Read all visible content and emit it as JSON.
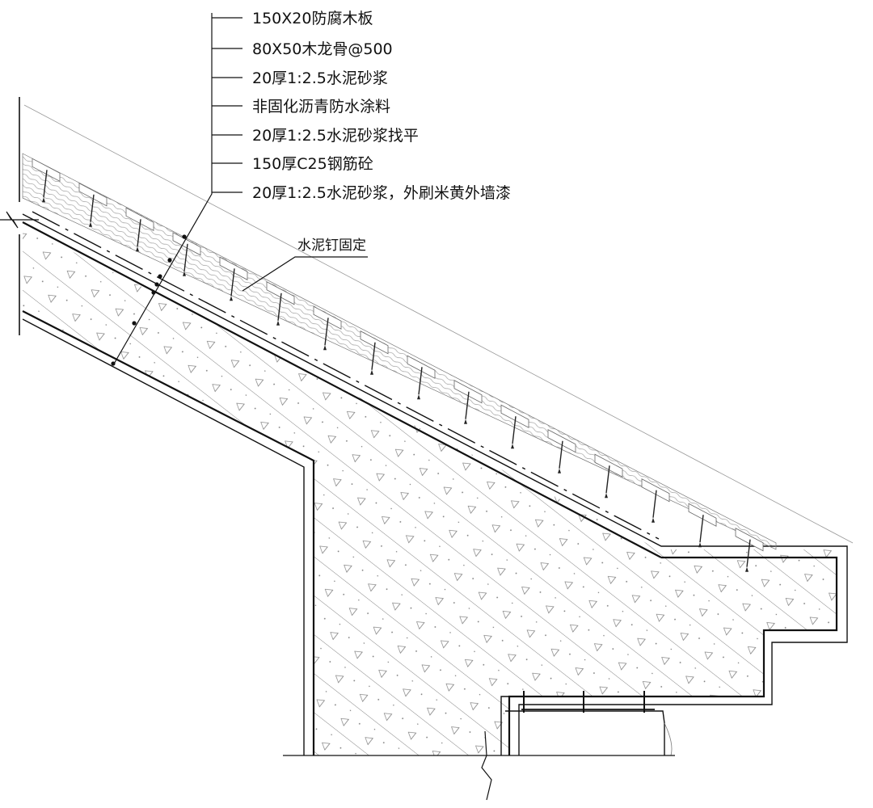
{
  "callout": {
    "layers": [
      "150X20防腐木板",
      "80X50木龙骨@500",
      "20厚1:2.5水泥砂浆",
      "非固化沥青防水涂料",
      "20厚1:2.5水泥砂浆找平",
      "150厚C25钢筋砼",
      "20厚1:2.5水泥砂浆，外刷米黄外墙漆"
    ],
    "nail_note": "水泥钉固定"
  },
  "colors": {
    "line": "#111111",
    "hatch": "#555555",
    "wood": "#777777",
    "background": "#ffffff"
  }
}
